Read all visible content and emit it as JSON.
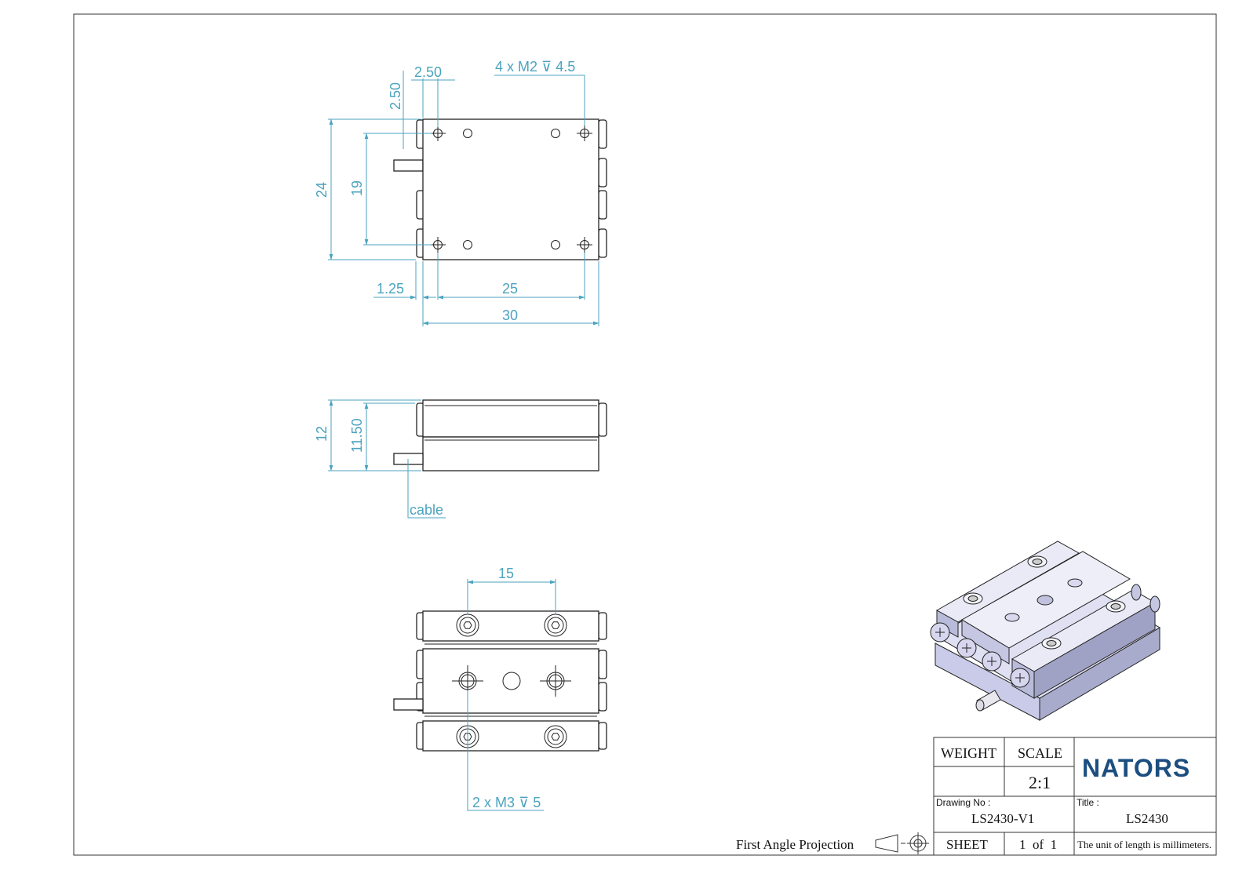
{
  "top_view": {
    "hole_callout": "4 x M2",
    "hole_depth": "4.5",
    "dim_edge_x": "2.50",
    "dim_edge_y": "2.50",
    "dim_height_outer": "24",
    "dim_height_holes": "19",
    "dim_offset_left": "1.25",
    "dim_hole_spacing": "25",
    "dim_width": "30"
  },
  "front_view": {
    "dim_total_height": "12",
    "dim_body_height": "11.50",
    "cable_label": "cable"
  },
  "bottom_view": {
    "dim_spacing": "15",
    "hole_callout": "2 x M3",
    "hole_depth": "5"
  },
  "projection_label": "First Angle Projection",
  "title_block": {
    "weight_label": "WEIGHT",
    "weight_value": "",
    "scale_label": "SCALE",
    "scale_value": "2:1",
    "brand": "NATORS",
    "drawing_no_label": "Drawing No :",
    "drawing_no": "LS2430-V1",
    "title_label": "Title :",
    "title": "LS2430",
    "sheet_label": "SHEET",
    "sheet_value": "1  of  1",
    "unit_note": "The unit of length is millimeters."
  }
}
